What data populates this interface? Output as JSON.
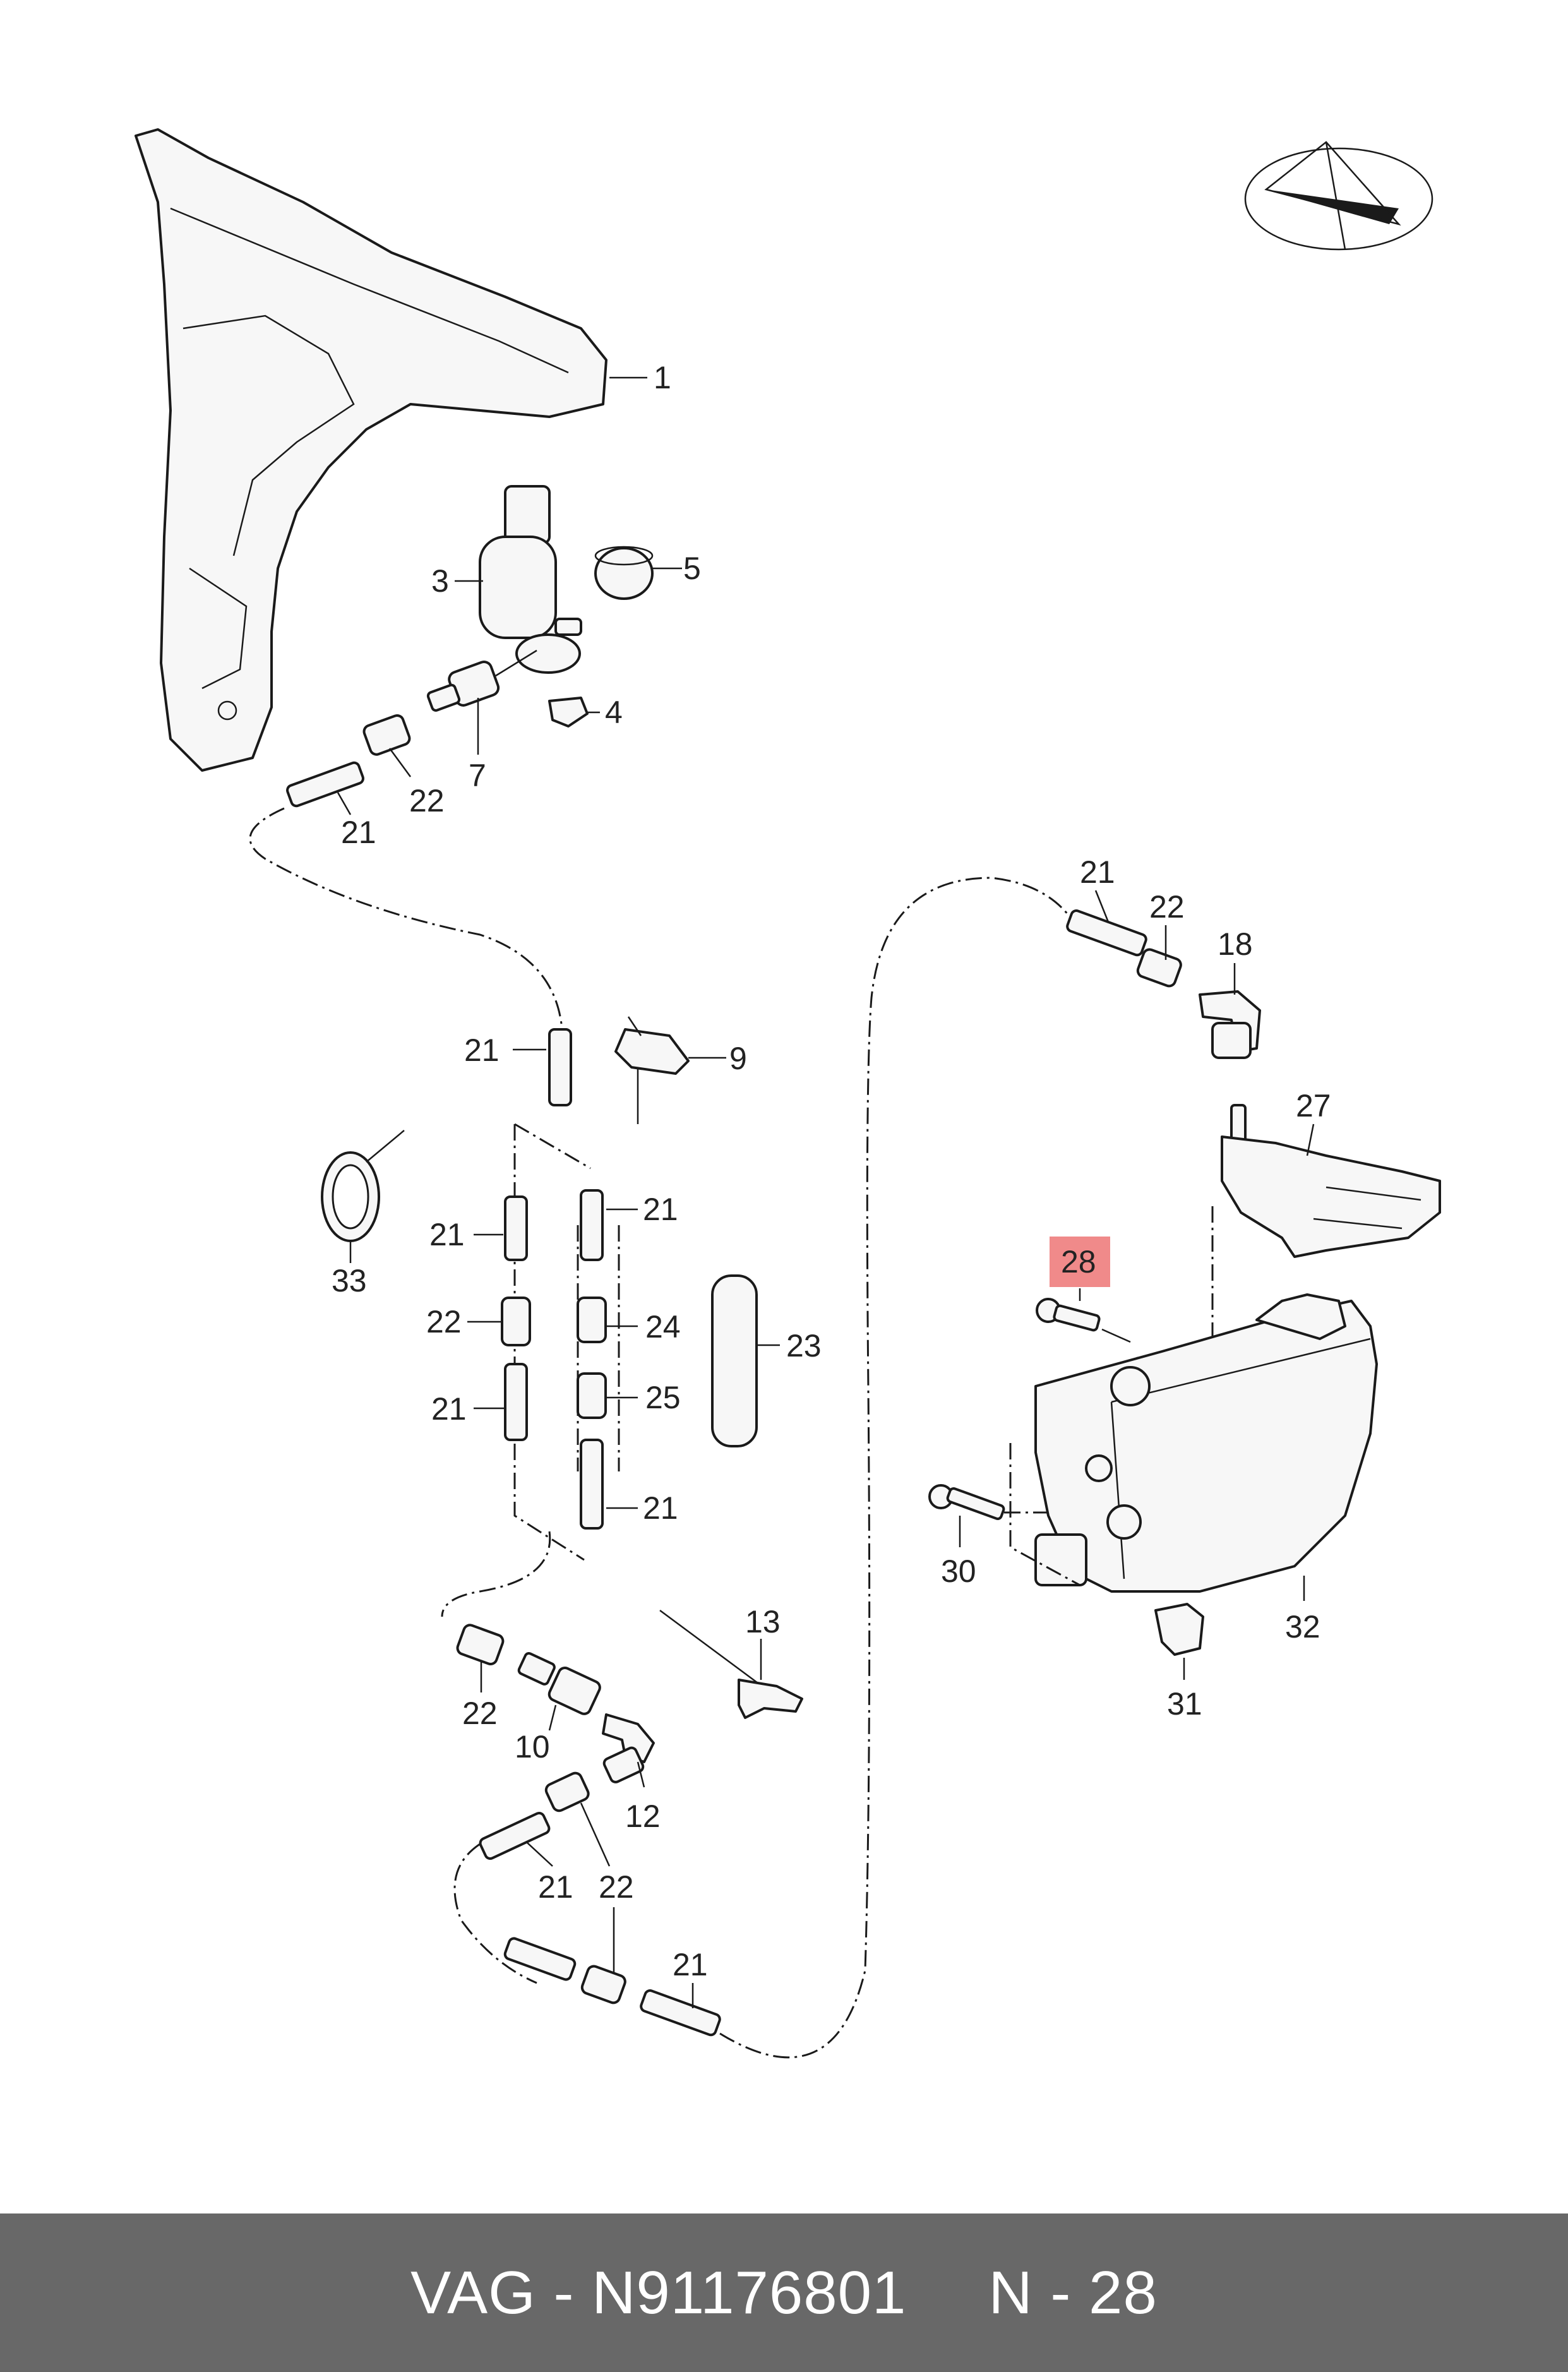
{
  "labels": {
    "l1": "1",
    "l3": "3",
    "l4": "4",
    "l5": "5",
    "l7": "7",
    "l9": "9",
    "l10": "10",
    "l12": "12",
    "l13": "13",
    "l18": "18",
    "l21a": "21",
    "l21b": "21",
    "l21c": "21",
    "l21d": "21",
    "l21e": "21",
    "l21f": "21",
    "l21g": "21",
    "l21h": "21",
    "l21i": "21",
    "l22a": "22",
    "l22b": "22",
    "l22c": "22",
    "l22d": "22",
    "l22e": "22",
    "l23": "23",
    "l24": "24",
    "l25": "25",
    "l27": "27",
    "l28": "28",
    "l30": "30",
    "l31": "31",
    "l32": "32",
    "l33": "33"
  },
  "highlight": {
    "part": "28",
    "color": "#f08a8a"
  },
  "footer": {
    "brand_part": "VAG - N91176801",
    "position": "N - 28"
  }
}
